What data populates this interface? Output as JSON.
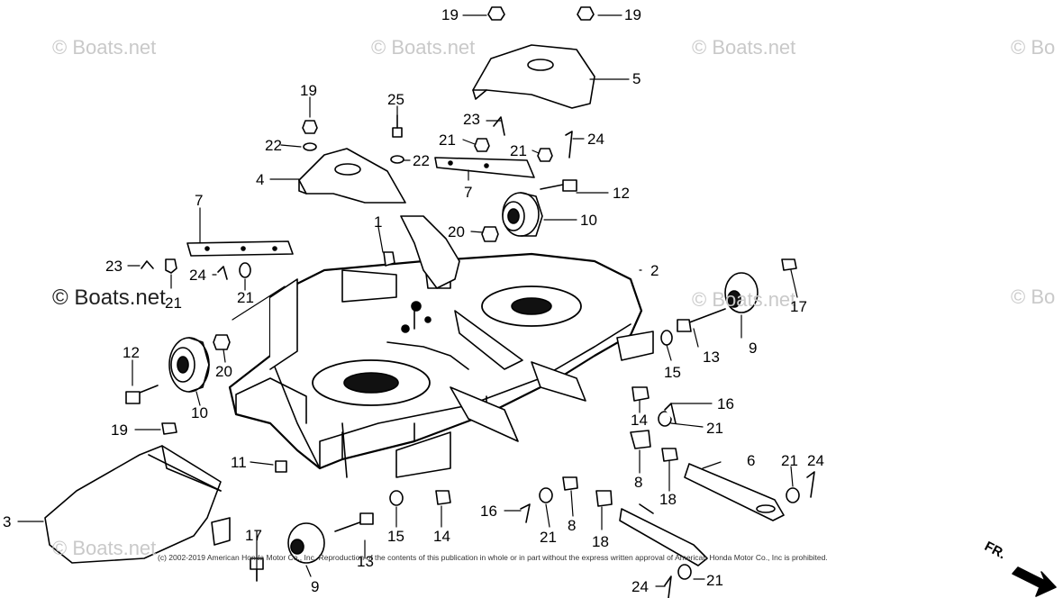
{
  "watermarks": [
    "© Boats.net",
    "© Boats.net",
    "© Boats.net",
    "© Bo",
    "© Boats.net",
    "© Bo",
    "© Boats.net",
    "© Boats.net"
  ],
  "callouts": [
    {
      "id": "c19a",
      "text": "19"
    },
    {
      "id": "c19b",
      "text": "19"
    },
    {
      "id": "c5",
      "text": "5"
    },
    {
      "id": "c19c",
      "text": "19"
    },
    {
      "id": "c25",
      "text": "25"
    },
    {
      "id": "c23a",
      "text": "23"
    },
    {
      "id": "c21a",
      "text": "21"
    },
    {
      "id": "c21b",
      "text": "21"
    },
    {
      "id": "c24a",
      "text": "24"
    },
    {
      "id": "c22a",
      "text": "22"
    },
    {
      "id": "c22b",
      "text": "22"
    },
    {
      "id": "c4",
      "text": "4"
    },
    {
      "id": "c7a",
      "text": "7"
    },
    {
      "id": "c12a",
      "text": "12"
    },
    {
      "id": "c7b",
      "text": "7"
    },
    {
      "id": "c1",
      "text": "1"
    },
    {
      "id": "c20a",
      "text": "20"
    },
    {
      "id": "c10a",
      "text": "10"
    },
    {
      "id": "c2",
      "text": "2"
    },
    {
      "id": "c23b",
      "text": "23"
    },
    {
      "id": "c24b",
      "text": "24"
    },
    {
      "id": "c21c",
      "text": "21"
    },
    {
      "id": "c21d",
      "text": "21"
    },
    {
      "id": "c17a",
      "text": "17"
    },
    {
      "id": "c9a",
      "text": "9"
    },
    {
      "id": "c13a",
      "text": "13"
    },
    {
      "id": "c15a",
      "text": "15"
    },
    {
      "id": "c12b",
      "text": "12"
    },
    {
      "id": "c20b",
      "text": "20"
    },
    {
      "id": "c10b",
      "text": "10"
    },
    {
      "id": "c16a",
      "text": "16"
    },
    {
      "id": "c14a",
      "text": "14"
    },
    {
      "id": "c21e",
      "text": "21"
    },
    {
      "id": "c19d",
      "text": "19"
    },
    {
      "id": "c8a",
      "text": "8"
    },
    {
      "id": "c6",
      "text": "6"
    },
    {
      "id": "c21f",
      "text": "21"
    },
    {
      "id": "c24c",
      "text": "24"
    },
    {
      "id": "c18a",
      "text": "18"
    },
    {
      "id": "c11",
      "text": "11"
    },
    {
      "id": "c3",
      "text": "3"
    },
    {
      "id": "c16b",
      "text": "16"
    },
    {
      "id": "c15b",
      "text": "15"
    },
    {
      "id": "c14b",
      "text": "14"
    },
    {
      "id": "c21g",
      "text": "21"
    },
    {
      "id": "c8b",
      "text": "8"
    },
    {
      "id": "c18b",
      "text": "18"
    },
    {
      "id": "c17b",
      "text": "17"
    },
    {
      "id": "c13b",
      "text": "13"
    },
    {
      "id": "c9b",
      "text": "9"
    },
    {
      "id": "c24d",
      "text": "24"
    },
    {
      "id": "c21h",
      "text": "21"
    }
  ],
  "copyright": "(c) 2002-2019 American Honda Motor Co., Inc. Reproduction of the contents of this publication in whole or in part without the express written approval of American Honda Motor Co., Inc is prohibited.",
  "fr_label": "FR."
}
